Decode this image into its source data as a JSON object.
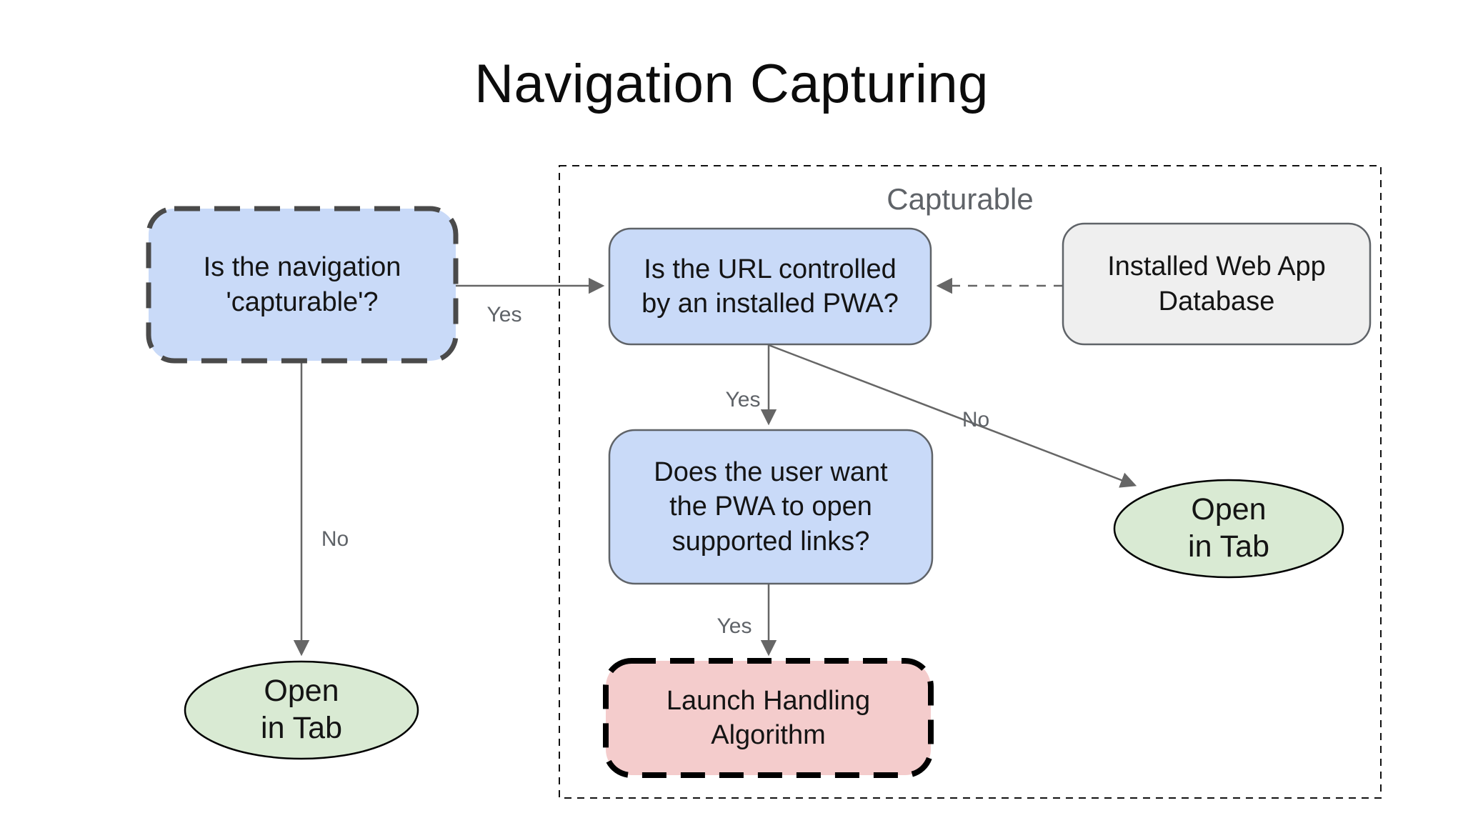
{
  "title": "Navigation Capturing",
  "group": {
    "label": "Capturable"
  },
  "nodes": {
    "is_capturable": {
      "text": "Is the navigation\n'capturable'?",
      "shape": "rounded-rect-dashed",
      "fill": "#c9daf8"
    },
    "url_controlled": {
      "text": "Is the URL controlled\nby an installed PWA?",
      "shape": "rounded-rect",
      "fill": "#c9daf8"
    },
    "database": {
      "text": "Installed Web App\nDatabase",
      "shape": "rounded-rect",
      "fill": "#efefef"
    },
    "user_want": {
      "text": "Does the user want\nthe PWA to open\nsupported links?",
      "shape": "rounded-rect",
      "fill": "#c9daf8"
    },
    "launch_handling": {
      "text": "Launch Handling\nAlgorithm",
      "shape": "rounded-rect-dashed",
      "fill": "#f4cccc"
    },
    "open_in_tab_left": {
      "text": "Open\nin Tab",
      "shape": "ellipse",
      "fill": "#d9ead3"
    },
    "open_in_tab_right": {
      "text": "Open\nin Tab",
      "shape": "ellipse",
      "fill": "#d9ead3"
    }
  },
  "edges": [
    {
      "from": "is_capturable",
      "to": "url_controlled",
      "label": "Yes",
      "style": "solid"
    },
    {
      "from": "is_capturable",
      "to": "open_in_tab_left",
      "label": "No",
      "style": "solid"
    },
    {
      "from": "url_controlled",
      "to": "user_want",
      "label": "Yes",
      "style": "solid"
    },
    {
      "from": "url_controlled",
      "to": "open_in_tab_right",
      "label": "No",
      "style": "solid"
    },
    {
      "from": "user_want",
      "to": "launch_handling",
      "label": "Yes",
      "style": "solid"
    },
    {
      "from": "database",
      "to": "url_controlled",
      "label": "",
      "style": "dashed"
    }
  ],
  "colors": {
    "decision_fill": "#c9daf8",
    "terminal_fill": "#d9ead3",
    "algorithm_fill": "#f4cccc",
    "database_fill": "#efefef",
    "arrow": "#666666",
    "edge_label": "#5f6368",
    "dashed_box_border": "#4a4a4a",
    "group_border": "#111111",
    "text": "#141414"
  }
}
